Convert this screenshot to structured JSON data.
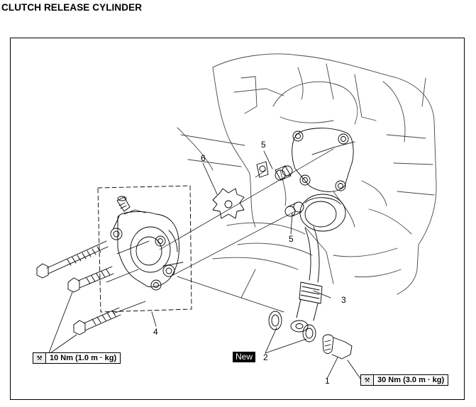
{
  "header": {
    "title": "CLUTCH RELEASE CYLINDER"
  },
  "callouts": {
    "c1": "1",
    "c2": "2",
    "c3": "3",
    "c4": "4",
    "c5a": "5",
    "c5b": "5",
    "c6": "6"
  },
  "badges": {
    "new": "New"
  },
  "torque": {
    "left": "10 Nm (1.0 m · kg)",
    "right": "30 Nm (3.0 m · kg)"
  },
  "icons": {
    "torque": "torque-wrench-icon"
  }
}
